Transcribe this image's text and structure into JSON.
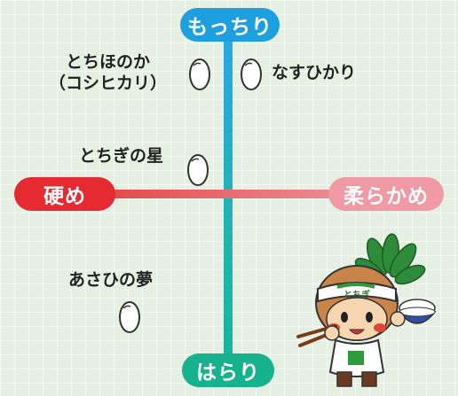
{
  "axes": {
    "top": "もっちり",
    "bottom": "はらり",
    "left": "硬め",
    "right": "柔らかめ"
  },
  "varieties": [
    {
      "name_line1": "とちほのか",
      "name_line2": "（コシヒカリ）"
    },
    {
      "name_line1": "なすひかり"
    },
    {
      "name_line1": "とちぎの星"
    },
    {
      "name_line1": "あさひの夢"
    }
  ],
  "colors": {
    "top": "#1ea0e0",
    "bottom": "#16b28e",
    "left": "#e52b31",
    "right": "#f09aa6"
  },
  "mascot": {
    "headband_text": "とちぎ",
    "icon": "mascot-character"
  }
}
